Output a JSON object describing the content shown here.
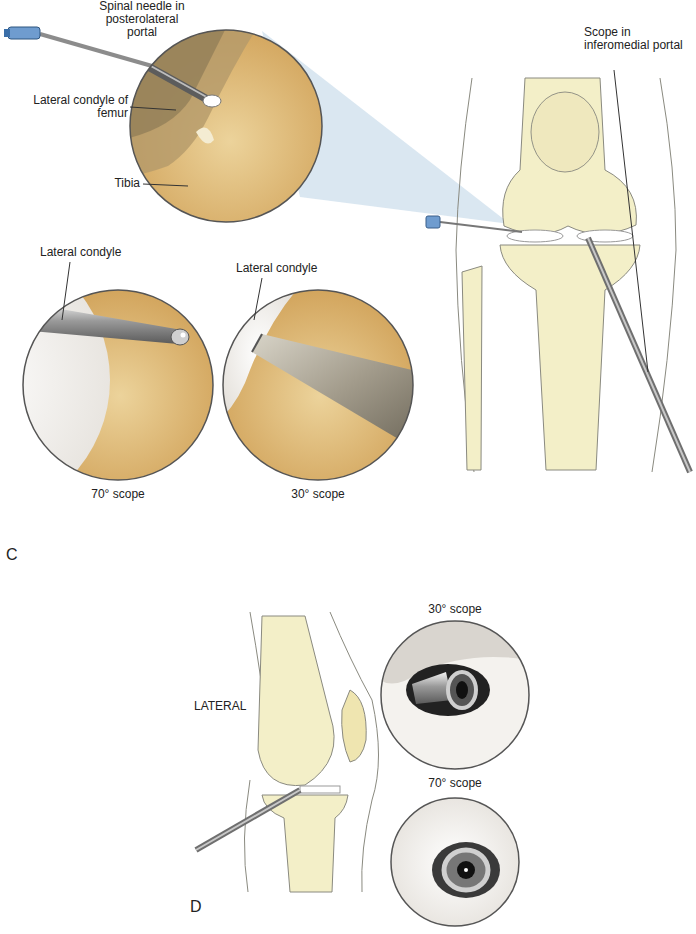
{
  "diagram": {
    "labels": [
      "Spinal needle in posterolateral portal",
      "Lateral condyle of femur",
      "Tibia",
      "Scope in inferomedial portal",
      "Lateral condyle",
      "Lateral condyle",
      "C",
      "70° scope",
      "30° scope",
      "LATERAL",
      "30° scope",
      "70° scope",
      "D"
    ]
  }
}
